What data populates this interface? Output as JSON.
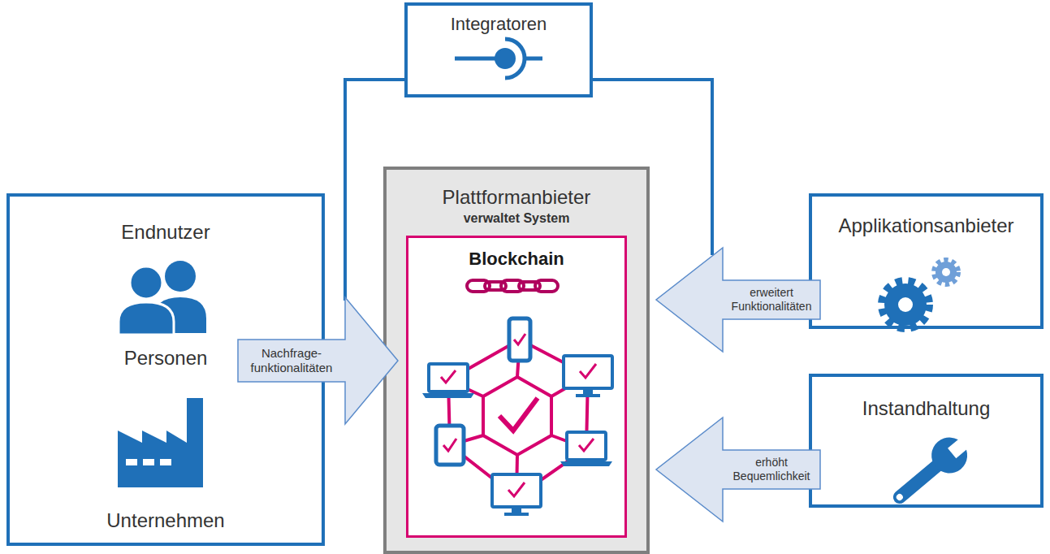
{
  "diagram": {
    "nodes": [
      {
        "text": [
          "Integratoren"
        ]
      },
      {
        "text": [
          "Endnutzer",
          "Personen",
          "Unternehmen"
        ]
      },
      {
        "text": [
          "Plattformanbieter",
          "verwaltet System"
        ]
      },
      {
        "text": [
          "Blockchain"
        ],
        "in": 2
      },
      {
        "text": [
          "Applikationsanbieter"
        ]
      },
      {
        "text": [
          "Instandhaltung"
        ]
      }
    ],
    "edges": [
      {
        "from": 1,
        "to": 2,
        "arrow": "to",
        "label": "Nachfrage- funktionalitäten"
      },
      {
        "from": 4,
        "to": 2,
        "arrow": "to",
        "label": "erweitert Funktionalitäten"
      },
      {
        "from": 5,
        "to": 2,
        "arrow": "to",
        "label": "erhöht Bequemlichkeit"
      },
      {
        "from": 0,
        "to": 1,
        "arrow": "none"
      },
      {
        "from": 0,
        "to": 4,
        "arrow": "none"
      }
    ]
  }
}
